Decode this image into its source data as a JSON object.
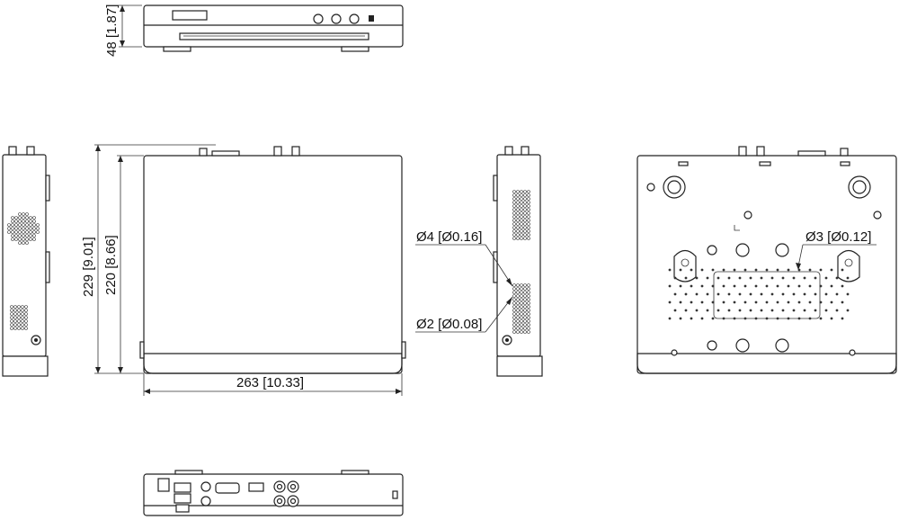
{
  "dimensions": {
    "height": "48 [1.87]",
    "depth_total": "229 [9.01]",
    "depth_body": "220 [8.66]",
    "width": "263 [10.33]",
    "hole_large": "Ø4 [Ø0.16]",
    "hole_small": "Ø2 [Ø0.08]",
    "hole_bottom": "Ø3 [Ø0.12]"
  }
}
